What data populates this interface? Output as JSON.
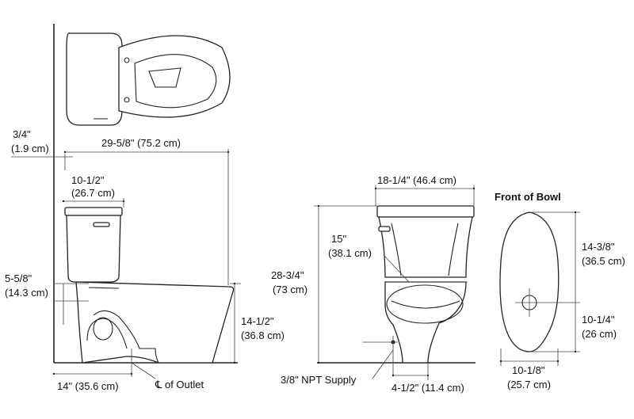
{
  "side_view": {
    "dim_top_offset": [
      "3/4\"",
      "(1.9 cm)"
    ],
    "dim_overall_depth": "29-5/8\" (75.2 cm)",
    "dim_tank_depth": [
      "10-1/2\"",
      "(26.7 cm)"
    ],
    "dim_supply_height": [
      "5-5/8\"",
      "(14.3 cm)"
    ],
    "dim_rim_height": [
      "14-1/2\"",
      "(36.8 cm)"
    ],
    "dim_rough_in": "14\" (35.6 cm)",
    "outlet_label": "℄ of Outlet"
  },
  "front_view": {
    "dim_tank_width": "18-1/4\" (46.4 cm)",
    "dim_tank_height": [
      "15\"",
      "(38.1 cm)"
    ],
    "dim_overall_height": [
      "28-3/4\"",
      "(73 cm)"
    ],
    "supply_label": "3/8\" NPT Supply",
    "dim_supply_offset": "4-1/2\" (11.4 cm)"
  },
  "bowl_view": {
    "title": "Front of Bowl",
    "dim_length": [
      "14-3/8\"",
      "(36.5 cm)"
    ],
    "dim_outlet_to_front": [
      "10-1/4\"",
      "(26 cm)"
    ],
    "dim_width": [
      "10-1/8\"",
      "(25.7 cm)"
    ]
  }
}
